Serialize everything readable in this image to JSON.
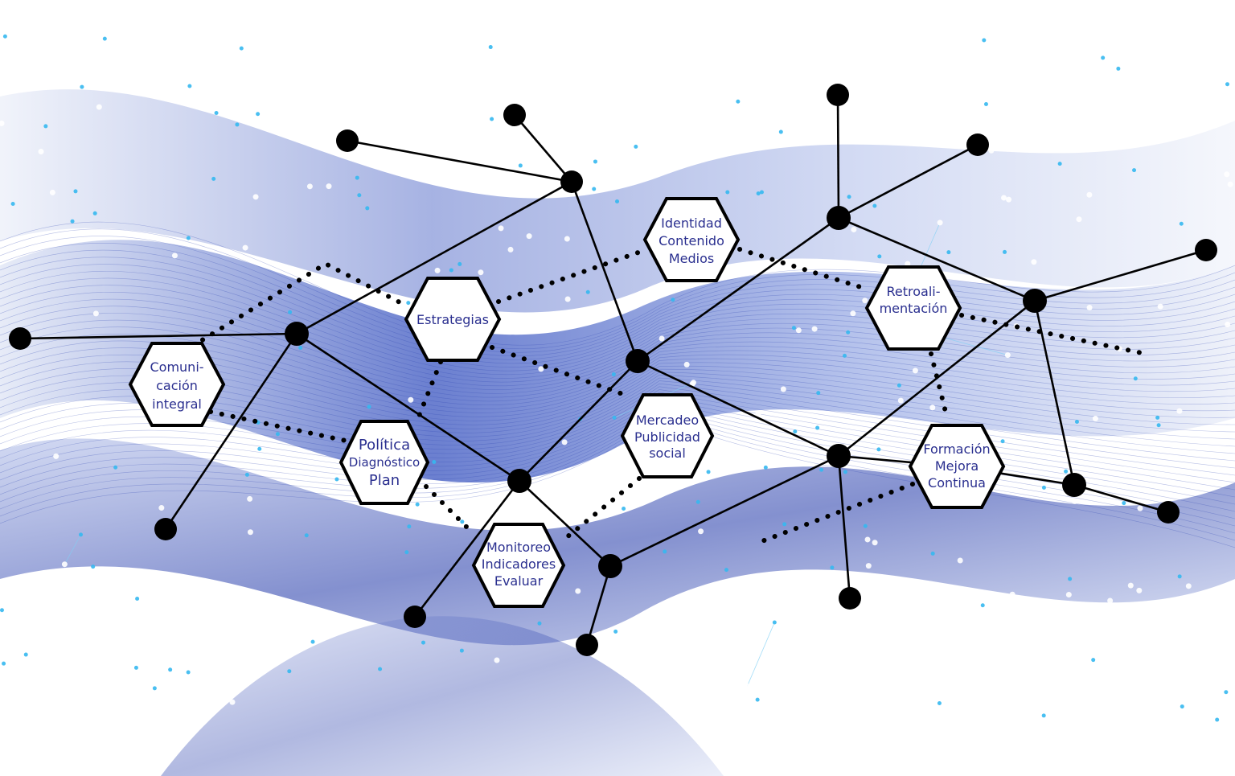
{
  "colors": {
    "wave": "#2c44b0",
    "wave_light": "#8fa3e0",
    "star": "#35b8f0",
    "node": "#000000",
    "label": "#2a2f8f"
  },
  "hexagons": [
    {
      "id": "comunicacion",
      "lines": [
        "Comuni-",
        "cación",
        "integral"
      ]
    },
    {
      "id": "estrategias",
      "lines": [
        "Estrategias"
      ]
    },
    {
      "id": "identidad",
      "lines": [
        "Identidad",
        "Contenido",
        "Medios"
      ]
    },
    {
      "id": "politica",
      "lines": [
        "Política",
        "Diagnóstico",
        "Plan"
      ]
    },
    {
      "id": "mercadeo",
      "lines": [
        "Mercadeo",
        "Publicidad",
        "social"
      ]
    },
    {
      "id": "monitoreo",
      "lines": [
        "Monitoreo",
        "Indicadores",
        "Evaluar"
      ]
    },
    {
      "id": "retroalimentacion",
      "lines": [
        "Retroali-",
        "mentación"
      ]
    },
    {
      "id": "formacion",
      "lines": [
        "Formación",
        "Mejora",
        "Continua"
      ]
    }
  ]
}
